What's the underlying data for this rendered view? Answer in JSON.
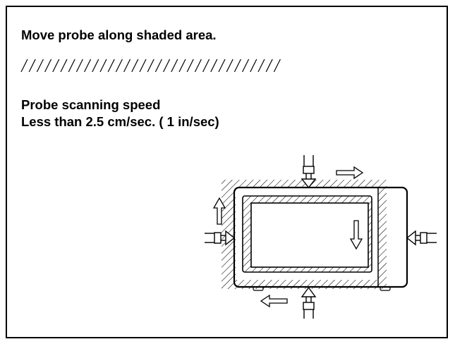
{
  "instruction": "Move probe along shaded area.",
  "speed_title": "Probe scanning speed",
  "speed_value": "Less than 2.5 cm/sec. ( 1 in/sec)",
  "colors": {
    "ink": "#000000",
    "background": "#ffffff"
  }
}
